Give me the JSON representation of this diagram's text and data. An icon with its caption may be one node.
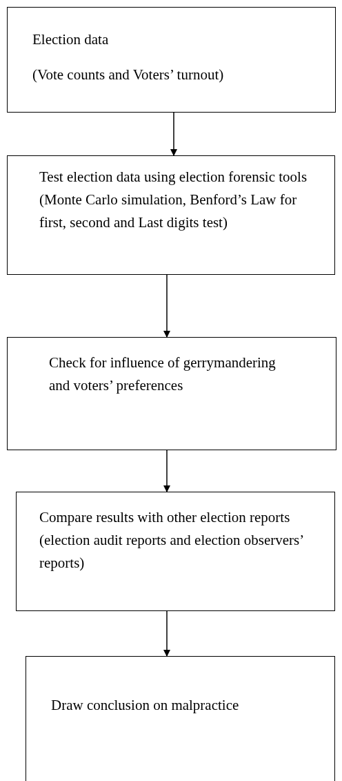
{
  "diagram": {
    "nodes": [
      {
        "text": [
          "Election data",
          "(Vote counts and Voters’ turnout)"
        ]
      },
      {
        "text": [
          "Test election data using election forensic tools (Monte Carlo simulation, Benford’s Law for first, second and Last digits test)"
        ]
      },
      {
        "text": [
          "Check for influence of gerrymandering and voters’ preferences"
        ]
      },
      {
        "text": [
          "Compare results with other election reports (election audit reports and election observers’ reports)"
        ]
      },
      {
        "text": [
          "Draw conclusion on malpractice"
        ]
      }
    ],
    "edges": [
      {
        "from": 0,
        "to": 1,
        "arrow": "to"
      },
      {
        "from": 1,
        "to": 2,
        "arrow": "to"
      },
      {
        "from": 2,
        "to": 3,
        "arrow": "to"
      },
      {
        "from": 3,
        "to": 4,
        "arrow": "to"
      }
    ]
  }
}
